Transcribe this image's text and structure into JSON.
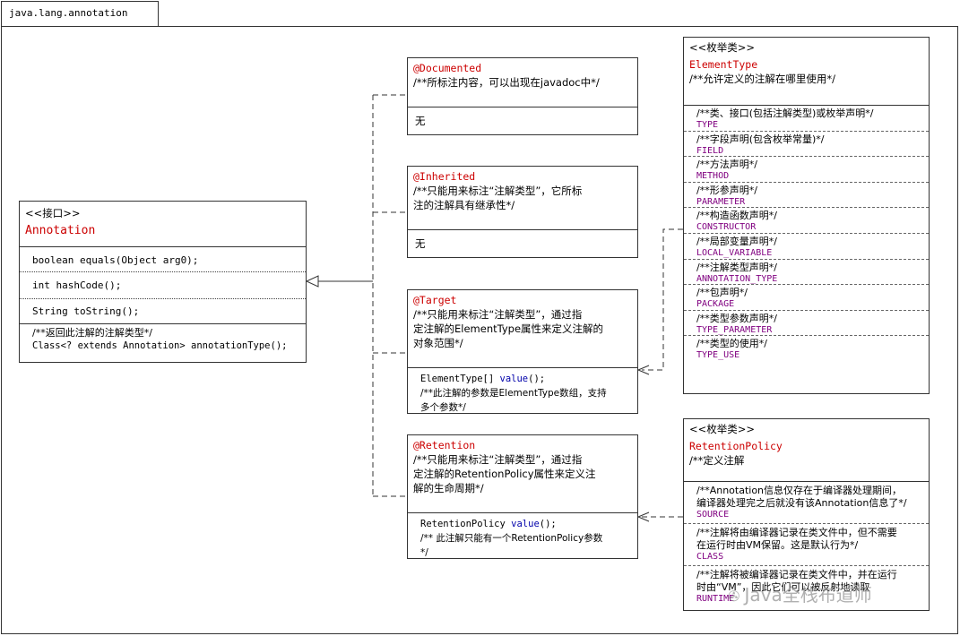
{
  "package": {
    "name": "java.lang.annotation"
  },
  "annotation_iface": {
    "stereotype": "<<接口>>",
    "name": "Annotation",
    "methods": [
      "boolean equals(Object arg0);",
      "int hashCode();",
      "String toString();"
    ],
    "annotation_type_comment": "/**返回此注解的注解类型*/",
    "annotation_type_sig": "Class<? extends Annotation> annotationType();"
  },
  "documented": {
    "name": "@Documented",
    "comment": "/**所标注内容，可以出现在javadoc中*/",
    "body": "无"
  },
  "inherited": {
    "name": "@Inherited",
    "comment_line1": "/**只能用来标注“注解类型”，它所标",
    "comment_line2": "注的注解具有继承性*/",
    "body": "无"
  },
  "target": {
    "name": "@Target",
    "comment_line1": "/**只能用来标注“注解类型”，通过指",
    "comment_line2": "定注解的ElementType属性来定义注解的",
    "comment_line3": "对象范围*/",
    "value_type": "ElementType[] ",
    "value_name": "value",
    "value_end": "();",
    "value_comment_line1": "/**此注解的参数是ElementType数组，支持",
    "value_comment_line2": "多个参数*/"
  },
  "retention": {
    "name": "@Retention",
    "comment_line1": "/**只能用来标注“注解类型”，通过指",
    "comment_line2": "定注解的RetentionPolicy属性来定义注",
    "comment_line3": "解的生命周期*/",
    "value_type": "RetentionPolicy ",
    "value_name": "value",
    "value_end": "();",
    "value_comment_line1": "/** 此注解只能有一个RetentionPolicy参数",
    "value_comment_line2": "*/"
  },
  "element_type": {
    "stereotype": "<<枚举类>>",
    "name": "ElementType",
    "comment": "/**允许定义的注解在哪里使用*/",
    "constants": [
      {
        "comment": "/**类、接口(包括注解类型)或枚举声明*/",
        "name": "TYPE"
      },
      {
        "comment": "/**字段声明(包含枚举常量)*/",
        "name": "FIELD"
      },
      {
        "comment": "/**方法声明*/",
        "name": "METHOD"
      },
      {
        "comment": "/**形参声明*/",
        "name": "PARAMETER"
      },
      {
        "comment": "/**构造函数声明*/",
        "name": "CONSTRUCTOR"
      },
      {
        "comment": "/**局部变量声明*/",
        "name": "LOCAL_VARIABLE"
      },
      {
        "comment": "/**注解类型声明*/",
        "name": "ANNOTATION_TYPE"
      },
      {
        "comment": "/**包声明*/",
        "name": "PACKAGE"
      },
      {
        "comment": "/**类型参数声明*/",
        "name": "TYPE_PARAMETER"
      },
      {
        "comment": "/**类型的使用*/",
        "name": "TYPE_USE"
      }
    ]
  },
  "retention_policy": {
    "stereotype": "<<枚举类>>",
    "name": "RetentionPolicy",
    "comment": "/**定义注解",
    "constants": [
      {
        "comment_line1": "/**Annotation信息仅存在于编译器处理期间，",
        "comment_line2": "编译器处理完之后就没有该Annotation信息了*/",
        "name": "SOURCE"
      },
      {
        "comment_line1": "/**注解将由编译器记录在类文件中，但不需要",
        "comment_line2": "在运行时由VM保留。这是默认行为*/",
        "name": "CLASS"
      },
      {
        "comment_line1": "/**注解将被编译器记录在类文件中，并在运行",
        "comment_line2": "时由“VM”，因此它们可以被反射地读取",
        "name": "RUNTIME"
      }
    ]
  },
  "watermark": "Java全栈布道师"
}
